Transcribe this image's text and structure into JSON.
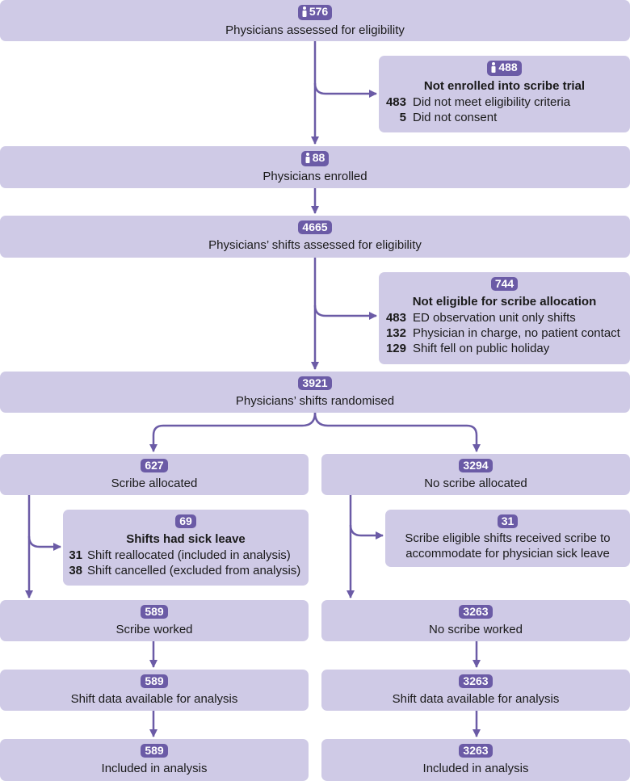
{
  "colors": {
    "box_fill": "#cfcae6",
    "badge_fill": "#6b5ba6",
    "arrow": "#6b5ba6"
  },
  "icons": {
    "physician": "person-icon"
  },
  "nodes": {
    "assessed": {
      "count": "576",
      "label": "Physicians assessed for eligibility"
    },
    "not_enrolled": {
      "count": "488",
      "title": "Not enrolled into scribe trial",
      "items": [
        {
          "n": "483",
          "text": "Did not meet eligibility criteria"
        },
        {
          "n": "5",
          "text": "Did not consent"
        }
      ]
    },
    "enrolled": {
      "count": "88",
      "label": "Physicians enrolled"
    },
    "shifts_assessed": {
      "count": "4665",
      "label": "Physicians’ shifts assessed for eligibility"
    },
    "not_eligible": {
      "count": "744",
      "title": "Not eligible for scribe allocation",
      "items": [
        {
          "n": "483",
          "text": "ED observation unit only shifts"
        },
        {
          "n": "132",
          "text": "Physician in charge, no patient contact"
        },
        {
          "n": "129",
          "text": "Shift fell on public holiday"
        }
      ]
    },
    "randomised": {
      "count": "3921",
      "label": "Physicians’ shifts randomised"
    },
    "scribe_allocated": {
      "count": "627",
      "label": "Scribe allocated"
    },
    "no_scribe_allocated": {
      "count": "3294",
      "label": "No scribe allocated"
    },
    "sick_leave": {
      "count": "69",
      "title": "Shifts had sick leave",
      "items": [
        {
          "n": "31",
          "text": "Shift reallocated (included in analysis)"
        },
        {
          "n": "38",
          "text": "Shift cancelled (excluded from analysis)"
        }
      ]
    },
    "sick_cover": {
      "count": "31",
      "lines": [
        "Scribe eligible shifts received scribe to",
        "accommodate for physician sick leave"
      ]
    },
    "scribe_worked": {
      "count": "589",
      "label": "Scribe worked"
    },
    "no_scribe_worked": {
      "count": "3263",
      "label": "No scribe worked"
    },
    "data_left": {
      "count": "589",
      "label": "Shift data available for analysis"
    },
    "data_right": {
      "count": "3263",
      "label": "Shift data available for analysis"
    },
    "included_left": {
      "count": "589",
      "label": "Included in analysis"
    },
    "included_right": {
      "count": "3263",
      "label": "Included in analysis"
    }
  }
}
